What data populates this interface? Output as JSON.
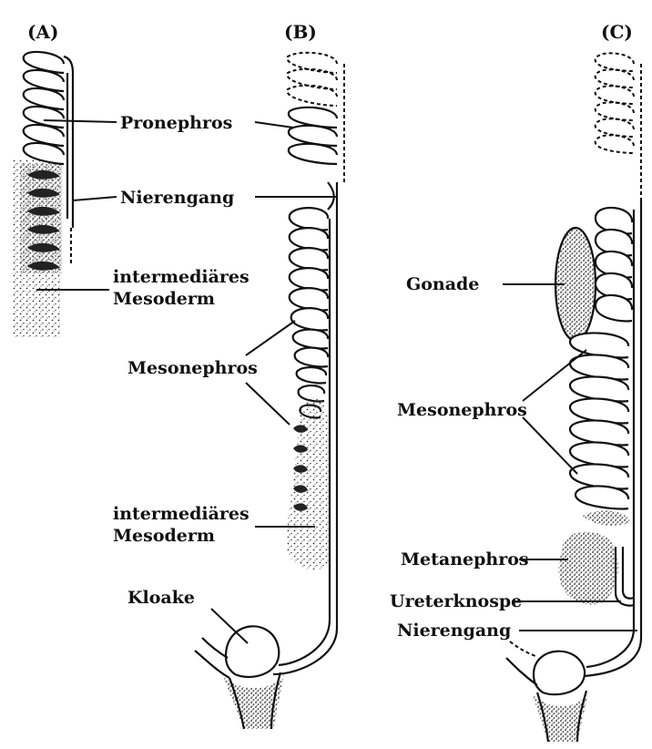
{
  "panels": {
    "a": "(A)",
    "b": "(B)",
    "c": "(C)"
  },
  "labels": {
    "pronephros": "Pronephros",
    "nierengang_1": "Nierengang",
    "intermediaeres_mesoderm_1_line1": "intermediäres",
    "intermediaeres_mesoderm_1_line2": "Mesoderm",
    "mesonephros_1": "Mesonephros",
    "intermediaeres_mesoderm_2_line1": "intermediäres",
    "intermediaeres_mesoderm_2_line2": "Mesoderm",
    "kloake": "Kloake",
    "gonade": "Gonade",
    "mesonephros_2": "Mesonephros",
    "metanephros": "Metanephros",
    "ureterknospe": "Ureterknospe",
    "nierengang_2": "Nierengang"
  }
}
